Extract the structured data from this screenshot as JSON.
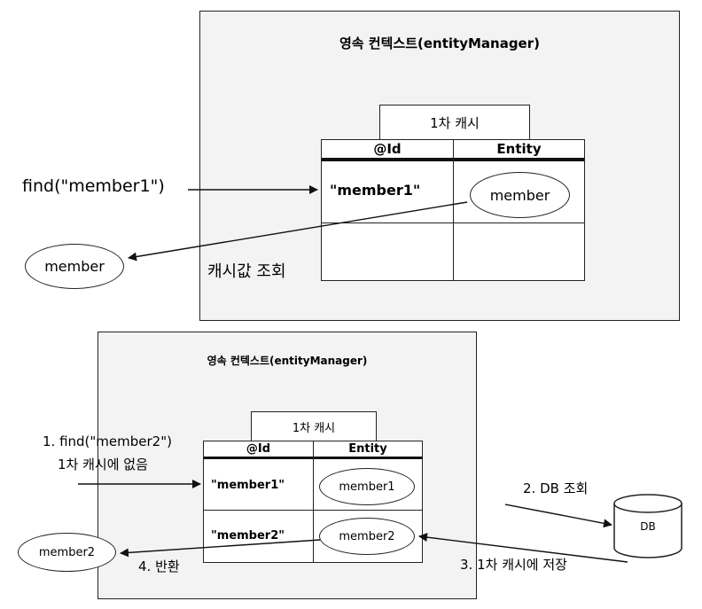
{
  "top": {
    "title": "영속 컨텍스트(entityManager)",
    "cache_label": "1차 캐시",
    "col_id": "@Id",
    "col_entity": "Entity",
    "row1_id": "\"member1\"",
    "row1_entity": "member",
    "find_call": "find(\"member1\")",
    "result": "member",
    "lookup_label": "캐시값 조회"
  },
  "bottom": {
    "title": "영속 컨텍스트(entityManager)",
    "cache_label": "1차 캐시",
    "col_id": "@Id",
    "col_entity": "Entity",
    "row1_id": "\"member1\"",
    "row1_entity": "member1",
    "row2_id": "\"member2\"",
    "row2_entity": "member2",
    "step1_line1": "1. find(\"member2\")",
    "step1_line2": "1차 캐시에 없음",
    "step2": "2. DB 조회",
    "step3": "3. 1차 캐시에 저장",
    "step4": "4. 반환",
    "db_label": "DB",
    "result": "member2"
  }
}
